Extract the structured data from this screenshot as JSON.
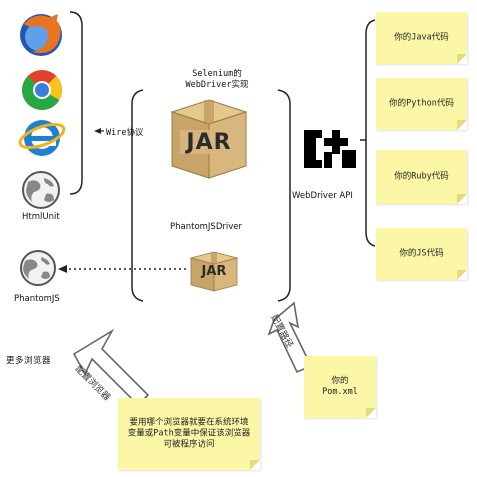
{
  "browsers": {
    "htmlunit_label": "HtmlUnit",
    "phantomjs_label": "PhantomJS",
    "more_browsers_label": "更多浏览器"
  },
  "center": {
    "selenium_title_line1": "Selenium的",
    "selenium_title_line2": "WebDriver实现",
    "jar_text": "JAR",
    "wire_label": "Wire协议",
    "phantomjs_driver_label": "PhantomJSDriver"
  },
  "right": {
    "webdriver_api_label": "WebDriver API",
    "notes": [
      "你的Java代码",
      "你的Python代码",
      "你的Ruby代码",
      "你的JS代码"
    ]
  },
  "bottom": {
    "configure_browser_arrow": "配置浏览器",
    "configure_path_arrow": "配置路径",
    "pom_note_line1": "你的",
    "pom_note_line2": "Pom.xml",
    "browser_note": "要用哪个浏览器就要在系统环境变量或Path变量中保证该浏览器可被程序访问"
  }
}
